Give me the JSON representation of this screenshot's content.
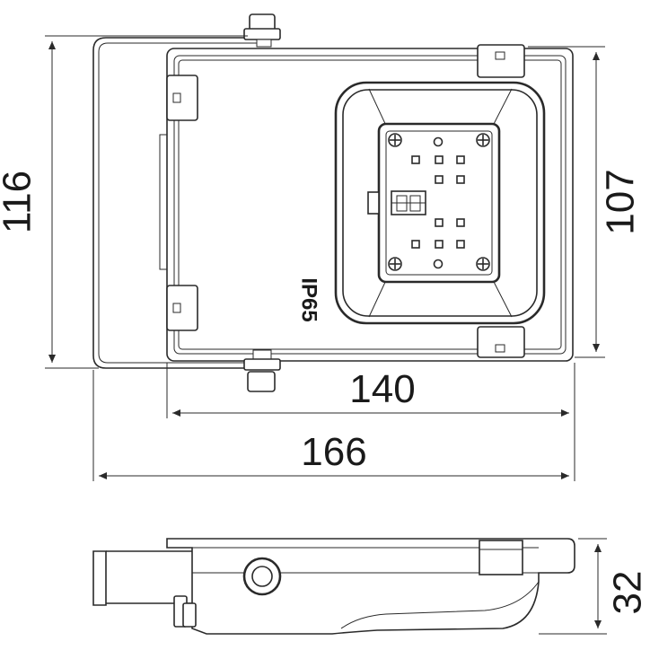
{
  "dimensions": {
    "height_total": "116",
    "height_inner": "107",
    "width_inner": "140",
    "width_total": "166",
    "depth": "32"
  },
  "marking": {
    "ip_rating": "IP65"
  },
  "colors": {
    "stroke": "#2a2a2a",
    "background": "#ffffff"
  }
}
